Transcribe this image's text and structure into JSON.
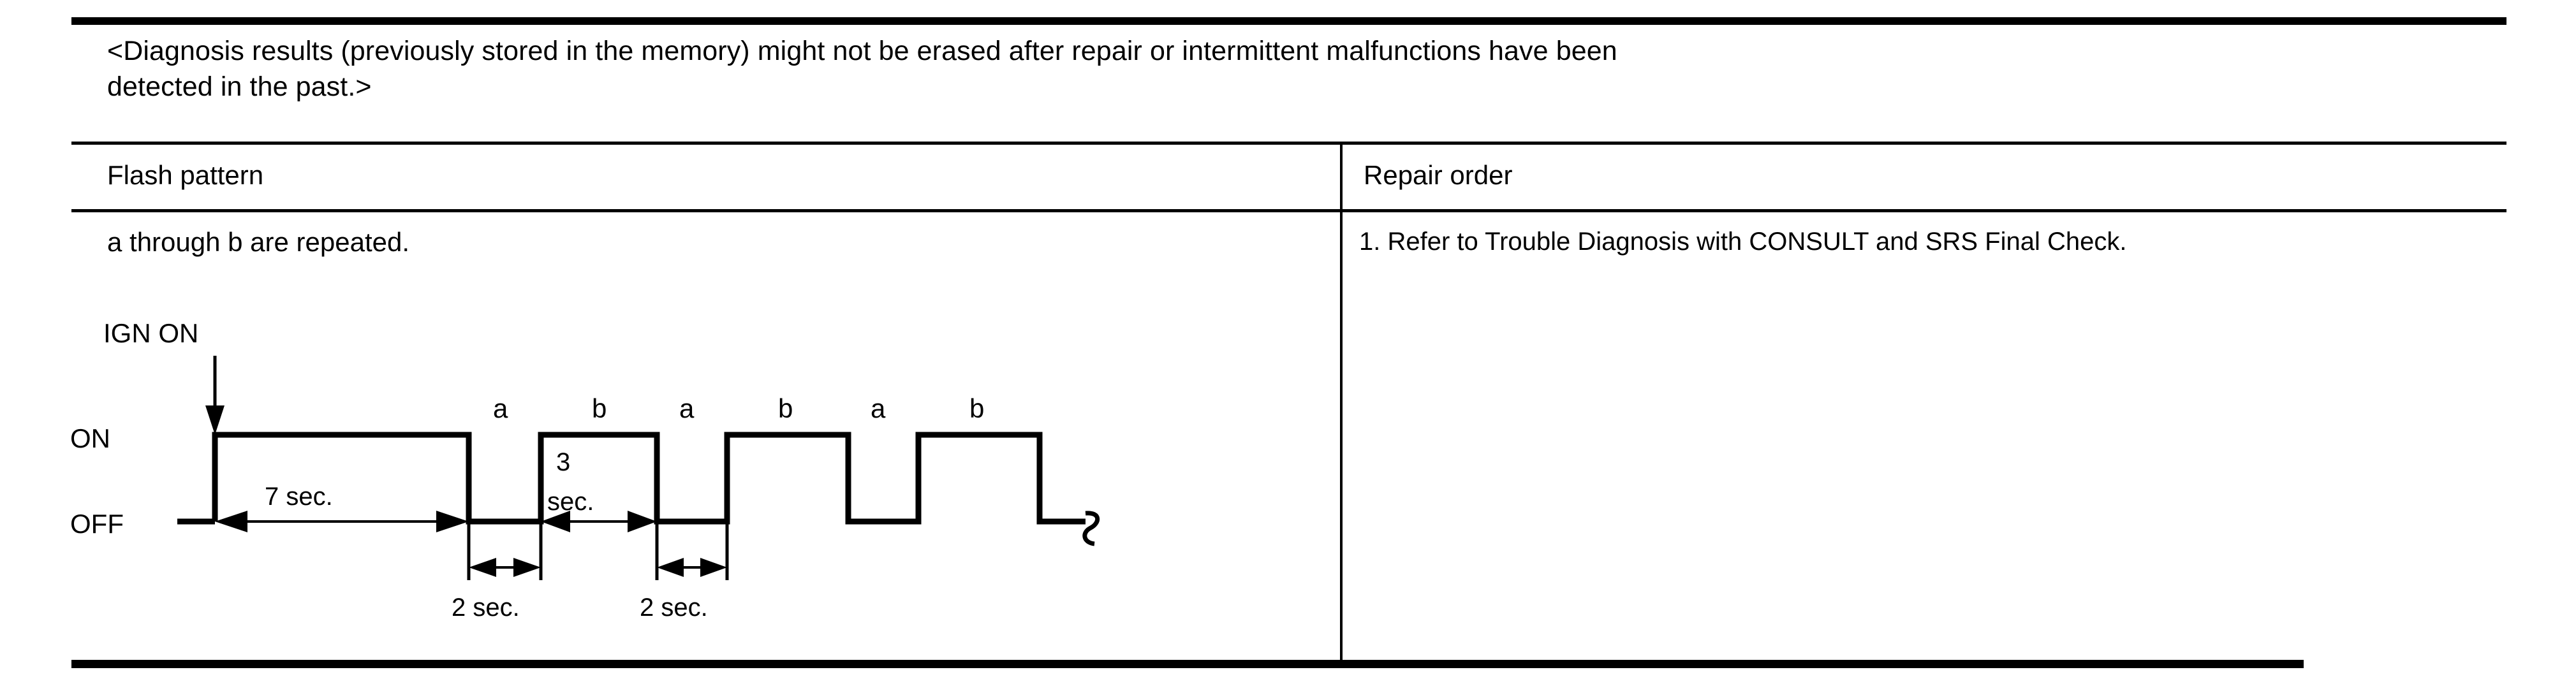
{
  "note": {
    "line1": "<Diagnosis results (previously stored in the memory) might not be erased after repair or intermittent malfunctions have been",
    "line2": "detected in the past.>"
  },
  "table": {
    "headers": {
      "flash_pattern": "Flash pattern",
      "repair_order": "Repair order"
    },
    "rows": [
      {
        "flash_pattern_text": "a through b are repeated.",
        "repair_order_text": "1. Refer to Trouble Diagnosis with CONSULT and SRS Final Check."
      }
    ]
  },
  "diagram": {
    "ign_label": "IGN ON",
    "on_label": "ON",
    "off_label": "OFF",
    "duration_7sec": "7 sec.",
    "duration_3sec_line1": "3",
    "duration_3sec_line2": "sec.",
    "duration_2sec_first": "2 sec.",
    "duration_2sec_second": "2 sec.",
    "pulse_labels": [
      "a",
      "b",
      "a",
      "b",
      "a",
      "b"
    ],
    "stroke_color": "#000000"
  },
  "chart_data": {
    "type": "line",
    "title": "Flash pattern timing diagram",
    "xlabel": "",
    "ylabel": "",
    "levels": [
      "OFF",
      "ON"
    ],
    "annotations": [
      {
        "label": "IGN ON",
        "kind": "event-arrow"
      },
      {
        "label": "7 sec.",
        "kind": "span",
        "value": 7,
        "unit": "sec",
        "segment": "initial ON pulse"
      },
      {
        "label": "3 sec.",
        "kind": "span",
        "value": 3,
        "unit": "sec",
        "segment": "b ON pulse"
      },
      {
        "label": "2 sec.",
        "kind": "span",
        "value": 2,
        "unit": "sec",
        "segment": "a OFF gap"
      },
      {
        "label": "2 sec.",
        "kind": "span",
        "value": 2,
        "unit": "sec",
        "segment": "a OFF gap"
      }
    ],
    "segments": [
      {
        "label": "",
        "state": "ON",
        "duration": 7,
        "unit": "sec"
      },
      {
        "label": "a",
        "state": "OFF",
        "duration": 2,
        "unit": "sec"
      },
      {
        "label": "b",
        "state": "ON",
        "duration": 3,
        "unit": "sec"
      },
      {
        "label": "a",
        "state": "OFF",
        "duration": 2,
        "unit": "sec"
      },
      {
        "label": "b",
        "state": "ON",
        "duration": 3,
        "unit": "sec"
      },
      {
        "label": "a",
        "state": "OFF",
        "duration": 2,
        "unit": "sec"
      },
      {
        "label": "b",
        "state": "ON",
        "duration": 3,
        "unit": "sec"
      }
    ],
    "repeat_note": "a through b are repeated."
  }
}
